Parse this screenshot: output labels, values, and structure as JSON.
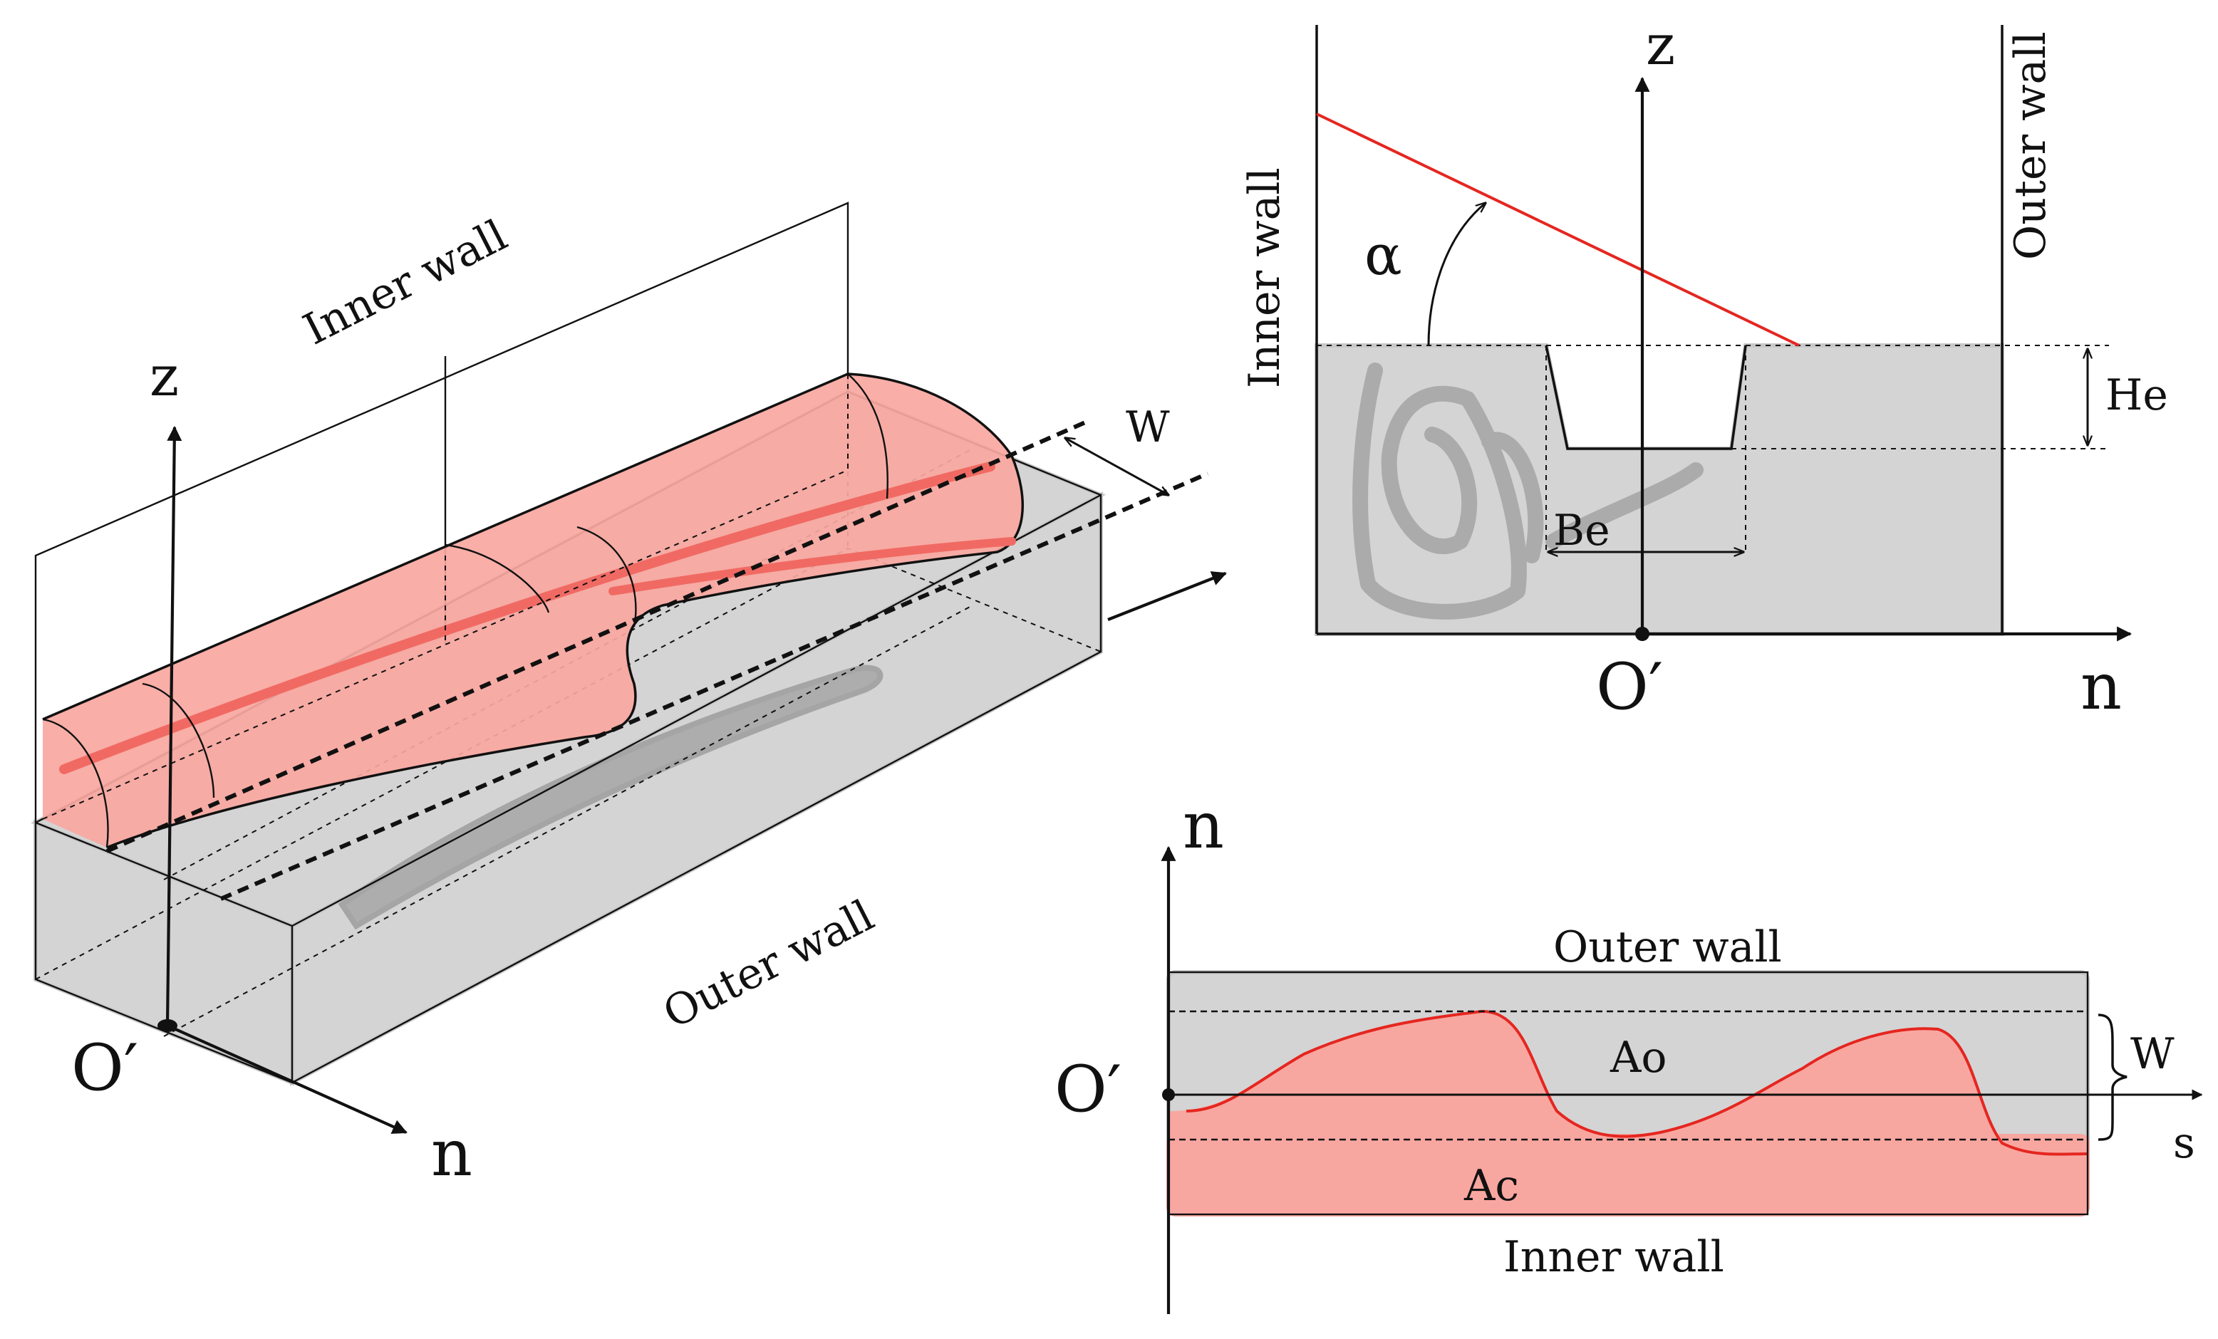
{
  "colors": {
    "channel_fill": "#d4d4d4",
    "deposit_fill": "#f8a7a0",
    "deposit_edge": "#e52620",
    "line": "#111111"
  },
  "left_view": {
    "inner_wall": "Inner wall",
    "outer_wall": "Outer wall",
    "z": "z",
    "n": "n",
    "w": "W",
    "origin": "O′"
  },
  "top_right_view": {
    "inner_wall": "Inner wall",
    "outer_wall": "Outer wall",
    "z": "z",
    "n": "n",
    "alpha": "α",
    "he": "He",
    "be": "Be",
    "origin": "O′"
  },
  "bottom_right_view": {
    "outer_wall": "Outer wall",
    "inner_wall": "Inner wall",
    "n": "n",
    "s": "s",
    "w": "W",
    "ao": "Ao",
    "ac": "Ac",
    "origin": "O′"
  }
}
